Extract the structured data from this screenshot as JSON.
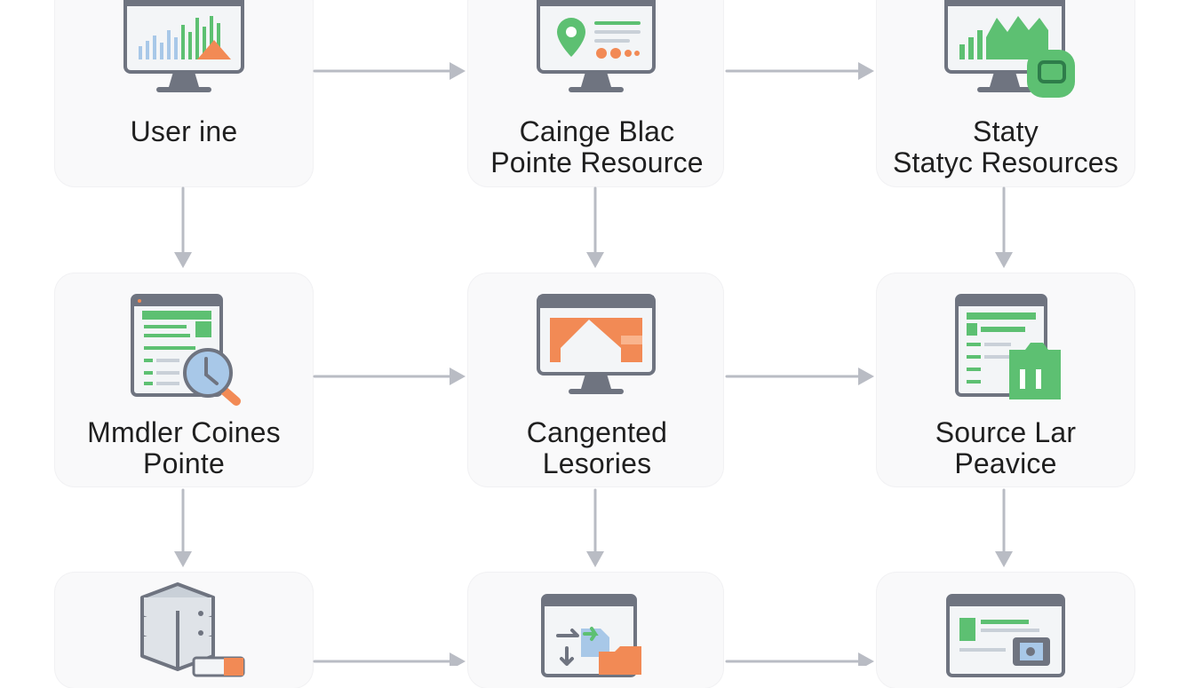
{
  "colors": {
    "arrow": "#b9bcc4",
    "frame": "#6f7480",
    "screen": "#f3f5f7",
    "green": "#5dc072",
    "orange": "#f28a55",
    "blue": "#a8c8e8",
    "card": "#f9f9fa"
  },
  "nodes": [
    {
      "id": "user-ine",
      "lines": [
        "User ine"
      ],
      "icon": "analytics-monitor-icon"
    },
    {
      "id": "cainge-blac",
      "lines": [
        "Cainge Blac",
        "Pointe Resource"
      ],
      "icon": "location-monitor-icon"
    },
    {
      "id": "staty",
      "lines": [
        "Staty",
        "Statyc Resources"
      ],
      "icon": "area-chart-monitor-icon"
    },
    {
      "id": "mmdler-coines",
      "lines": [
        "Mmdler Coines",
        "Pointe"
      ],
      "icon": "search-document-icon"
    },
    {
      "id": "cangented",
      "lines": [
        "Cangented",
        "Lesories"
      ],
      "icon": "image-monitor-icon"
    },
    {
      "id": "source-lar",
      "lines": [
        "Source Lar",
        "Peavice"
      ],
      "icon": "document-folder-icon"
    },
    {
      "id": "database",
      "lines": [],
      "icon": "database-server-icon"
    },
    {
      "id": "transfer",
      "lines": [],
      "icon": "transfer-window-icon"
    },
    {
      "id": "preview",
      "lines": [],
      "icon": "image-window-icon"
    }
  ]
}
